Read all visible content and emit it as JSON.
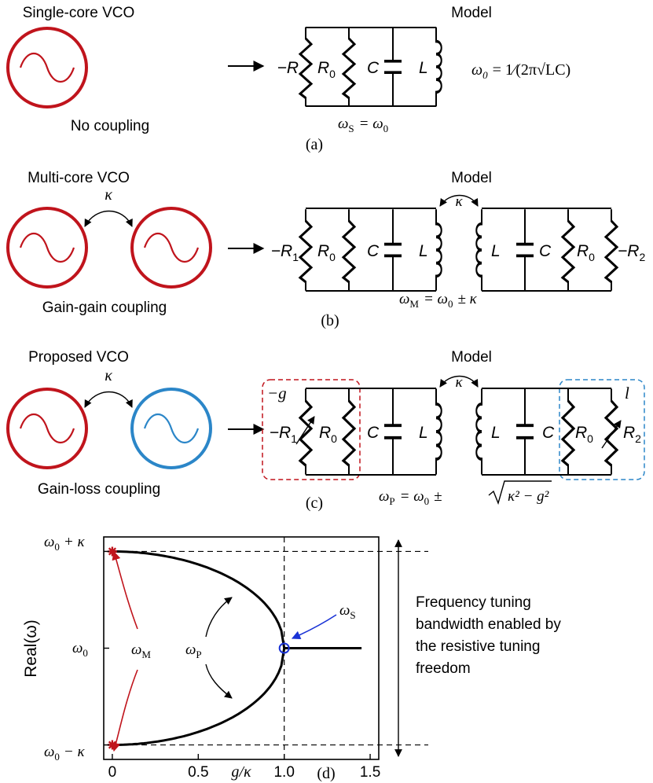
{
  "colors": {
    "gain": "#c0141c",
    "loss": "#2b86c8",
    "arrow_red": "#c0141c",
    "arrow_blue": "#1a33d6",
    "ink": "#000000"
  },
  "panel_a": {
    "title": "Single-core VCO",
    "sublabel": "No coupling",
    "model_title": "Model",
    "comp": {
      "negR": "−R",
      "R0": "R",
      "R0_sub": "0",
      "C": "C",
      "L": "L"
    },
    "formula_left": "ω",
    "formula_sub": "0",
    "formula_right": "= 1∕(2π√LC)",
    "freq_w": "ω",
    "freq_sub": "S",
    "freq_rest": "= ω",
    "freq_rest_sub": "0",
    "caption": "(a)"
  },
  "panel_b": {
    "title": "Multi-core VCO",
    "sublabel": "Gain-gain coupling",
    "kappa": "κ",
    "model_title": "Model",
    "left": {
      "negR": "−R",
      "negR_sub": "1",
      "R0": "R",
      "R0_sub": "0",
      "C": "C",
      "L": "L"
    },
    "right": {
      "L": "L",
      "C": "C",
      "R0": "R",
      "R0_sub": "0",
      "negR": "−R",
      "negR_sub": "2"
    },
    "freq_w": "ω",
    "freq_sub": "M",
    "freq_rest": "= ω",
    "freq_rest_sub": "0",
    "freq_tail": "± κ",
    "caption": "(b)"
  },
  "panel_c": {
    "title": "Proposed VCO",
    "sublabel": "Gain-loss coupling",
    "kappa": "κ",
    "model_title": "Model",
    "g_label": "−g",
    "l_label": "l",
    "left": {
      "negR": "−R",
      "negR_sub": "1",
      "R0": "R",
      "R0_sub": "0",
      "C": "C",
      "L": "L"
    },
    "right": {
      "L": "L",
      "C": "C",
      "R0": "R",
      "R0_sub": "0",
      "R2": "R",
      "R2_sub": "2"
    },
    "freq_w": "ω",
    "freq_sub": "P",
    "freq_rest": "= ω",
    "freq_rest_sub": "0",
    "freq_pm": "±",
    "freq_root": "κ² − g²",
    "caption": "(c)"
  },
  "panel_d": {
    "caption": "(d)",
    "ylabel": "Real(ω)",
    "xlabel": "g/κ",
    "y_ticks": {
      "top": "ω",
      "top_sub": "0",
      "top_tail": "+ κ",
      "mid": "ω",
      "mid_sub": "0",
      "bot": "ω",
      "bot_sub": "0",
      "bot_tail": "− κ"
    },
    "annot_M": "ω",
    "annot_M_sub": "M",
    "annot_P": "ω",
    "annot_P_sub": "P",
    "annot_S": "ω",
    "annot_S_sub": "S",
    "note_lines": [
      "Frequency tuning",
      "bandwidth enabled by",
      "the resistive tuning",
      "freedom"
    ]
  },
  "chart_data": {
    "type": "line",
    "xlabel": "g/κ",
    "ylabel": "Real(ω)",
    "xlim": [
      -0.05,
      1.55
    ],
    "ylim": [
      -1.15,
      1.15
    ],
    "x_ticks": [
      0,
      0.5,
      1.0,
      1.5
    ],
    "x_tick_labels": [
      "0",
      "0.5",
      "1.0",
      "1.5"
    ],
    "y_ticks": [
      -1,
      0,
      1
    ],
    "exceptional_point": {
      "x": 1.0,
      "y": 0
    },
    "M_points": [
      {
        "x": 0,
        "y": 1
      },
      {
        "x": 0,
        "y": -1
      }
    ],
    "series": [
      {
        "x": [
          0,
          0.2,
          0.4,
          0.6,
          0.8,
          0.9,
          0.95,
          0.99,
          1.0
        ],
        "y": [
          1,
          0.98,
          0.917,
          0.8,
          0.6,
          0.436,
          0.312,
          0.141,
          0
        ]
      },
      {
        "x": [
          0,
          0.2,
          0.4,
          0.6,
          0.8,
          0.9,
          0.95,
          0.99,
          1.0
        ],
        "y": [
          -1,
          -0.98,
          -0.917,
          -0.8,
          -0.6,
          -0.436,
          -0.312,
          -0.141,
          0
        ]
      },
      {
        "x": [
          1.0,
          1.45
        ],
        "y": [
          0,
          0
        ]
      }
    ]
  }
}
